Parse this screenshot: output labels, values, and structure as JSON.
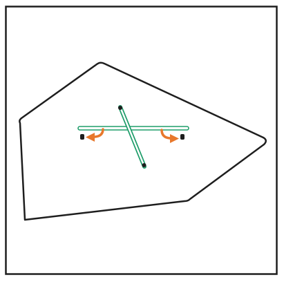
{
  "colors": {
    "background": "#ffffff",
    "frame": "#1e1e1e",
    "polygon_stroke": "#1e1e1e",
    "rod_fill": "#ffffff",
    "rod_stroke": "#1f9d6a",
    "rod_end_cap": "#1e1e1e",
    "arrow": "#e8782c",
    "peg": "#1e1e1e"
  },
  "diagram": {
    "frame": {
      "name": "picture-frame"
    },
    "shape": {
      "name": "irregular-polygon-outline"
    },
    "rods": [
      {
        "name": "horizontal-rod"
      },
      {
        "name": "diagonal-rod"
      }
    ],
    "pegs": [
      {
        "name": "left-peg"
      },
      {
        "name": "right-peg"
      }
    ],
    "arrows": [
      {
        "name": "left-curved-arrow-icon",
        "direction": "counterclockwise"
      },
      {
        "name": "right-curved-arrow-icon",
        "direction": "clockwise"
      }
    ]
  }
}
